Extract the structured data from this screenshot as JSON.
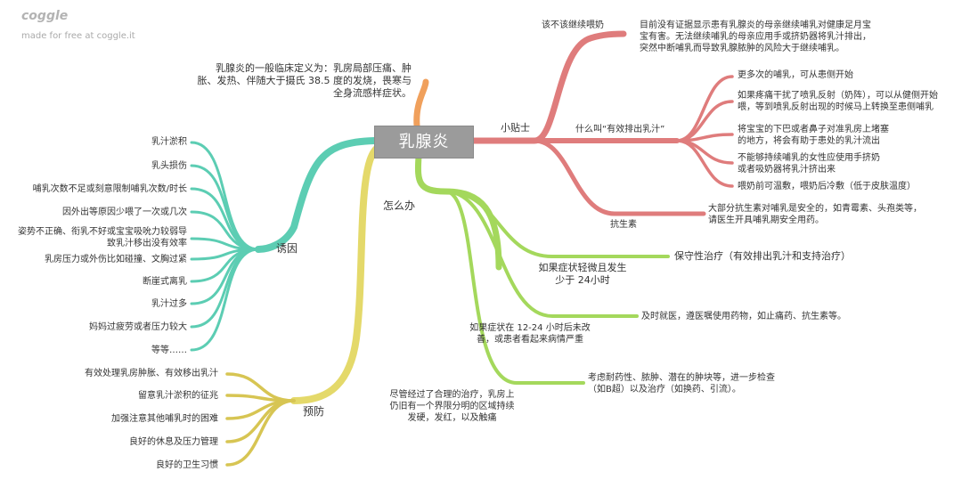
{
  "brand": {
    "logo": "coggle",
    "tagline": "made for free at coggle.it"
  },
  "colors": {
    "teal": "#5ccdb3",
    "yellow": "#e4d96a",
    "olive": "#d7c553",
    "red": "#df7c7c",
    "green": "#a4d85c",
    "orange": "#f0a05c",
    "center": "#9b9b9b"
  },
  "center": {
    "label": "乳腺炎"
  },
  "definition": {
    "lines": [
      "乳腺炎的一般临床定义为：乳房局部压痛、肿",
      "胀、发热、伴随大于摄氏 38.5 度的发烧，畏寒与",
      "全身流感样症状。"
    ]
  },
  "causes": {
    "label": "诱因",
    "items": [
      [
        "乳汁淤积"
      ],
      [
        "乳头损伤"
      ],
      [
        "哺乳次数不足或刻意限制哺乳次数/时长"
      ],
      [
        "因外出等原因少喂了一次或几次"
      ],
      [
        "姿势不正确、衔乳不好或宝宝吸吮力较弱导",
        "致乳汁移出没有效率"
      ],
      [
        "乳房压力或外伤比如碰撞、文胸过紧"
      ],
      [
        "断崖式离乳"
      ],
      [
        "乳汁过多"
      ],
      [
        "妈妈过疲劳或者压力较大"
      ],
      [
        "等等……"
      ]
    ]
  },
  "prevention": {
    "label": "预防",
    "items": [
      "有效处理乳房肿胀、有效移出乳汁",
      "留意乳汁淤积的征兆",
      "加强注意其他哺乳时的困难",
      "良好的休息及压力管理",
      "良好的卫生习惯"
    ]
  },
  "tips": {
    "label": "小贴士",
    "continue": {
      "label": "该不该继续喂奶",
      "text": [
        "目前没有证据显示患有乳腺炎的母亲继续哺乳对健康足月宝",
        "宝有害。无法继续哺乳的母亲应用手或挤奶器将乳汁排出，",
        "突然中断哺乳而导致乳腺脓肿的风险大于继续哺乳。"
      ]
    },
    "drain": {
      "label": "什么叫“有效排出乳汁”",
      "items": [
        [
          "更多次的哺乳，可从患侧开始"
        ],
        [
          "如果疼痛干扰了喷乳反射（奶阵），可以从健侧开始",
          "喂，等到喷乳反射出现的时候马上转换至患侧哺乳"
        ],
        [
          "将宝宝的下巴或者鼻子对准乳房上堵塞",
          "的地方，将会有助于患处的乳汁流出"
        ],
        [
          "不能够持续哺乳的女性应使用手挤奶",
          "或者吸奶器将乳汁挤出来"
        ],
        [
          "喂奶前可温敷，喂奶后冷敷（低于皮肤温度）"
        ]
      ]
    },
    "antibiotics": {
      "label": "抗生素",
      "text": [
        "大部分抗生素对哺乳是安全的，如青霉素、头孢类等，",
        "请医生开具哺乳期安全用药。"
      ]
    }
  },
  "whattodo": {
    "label": "怎么办",
    "mild": {
      "label": [
        "如果症状轻微且发生",
        "少于 24小时"
      ],
      "action": "保守性治疗（有效排出乳汁和支持治疗）"
    },
    "persist": {
      "label": [
        "如果症状在 12-24 小时后未改",
        "善，或患者看起来病情严重"
      ],
      "action": "及时就医，遵医嘱使用药物，如止痛药、抗生素等。"
    },
    "lump": {
      "label": [
        "尽管经过了合理的治疗，乳房上",
        "仍旧有一个界限分明的区域持续",
        "发硬，发红，以及触痛"
      ],
      "action": [
        "考虑耐药性、脓肿、潜在的肿块等，进一步检查",
        "（如B超）以及治疗（如换药、引流）。"
      ]
    }
  }
}
